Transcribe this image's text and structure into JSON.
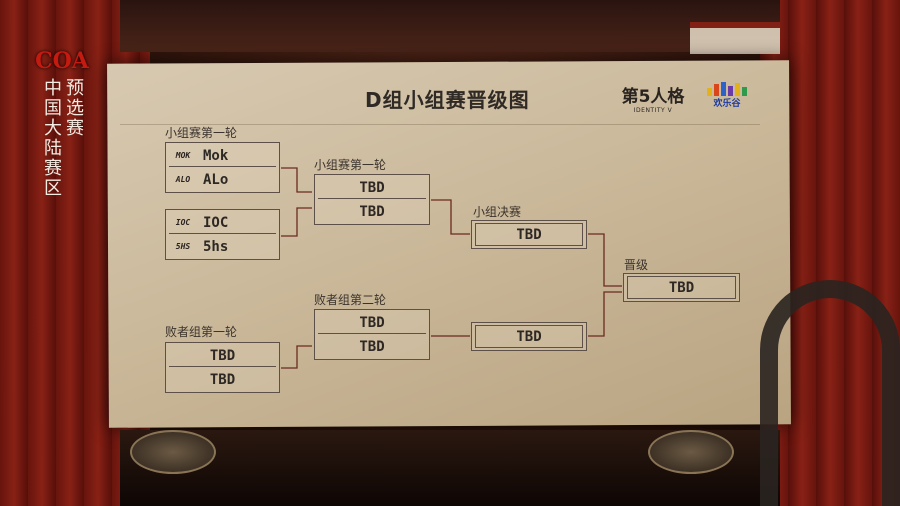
{
  "title": "D组小组赛晋级图",
  "brand": {
    "coa_mark": "COA",
    "coa_col_left": "中国大陆赛区",
    "coa_col_right": "预选赛",
    "game_logo": "第5人格",
    "game_logo_sub": "IDENTITY V",
    "partner_logo": "欢乐谷"
  },
  "labels": {
    "r1_top": "小组赛第一轮",
    "r1_winner": "小组赛第一轮",
    "group_final": "小组决赛",
    "advance": "晋级",
    "loser_r2": "败者组第二轮",
    "loser_r1": "败者组第一轮"
  },
  "matches": {
    "m1": {
      "team1": "Mok",
      "team1_icon": "MOK",
      "team2": "ALo",
      "team2_icon": "ALO"
    },
    "m2": {
      "team1": "IOC",
      "team1_icon": "IOC",
      "team2": "5hs",
      "team2_icon": "5HS"
    },
    "winners_r1": {
      "team1": "TBD",
      "team2": "TBD"
    },
    "group_final": {
      "team": "TBD"
    },
    "advance": {
      "team": "TBD"
    },
    "loser_r1": {
      "team1": "TBD",
      "team2": "TBD"
    },
    "loser_r2": {
      "team1": "TBD",
      "team2": "TBD"
    },
    "loser_final": {
      "team": "TBD"
    }
  }
}
